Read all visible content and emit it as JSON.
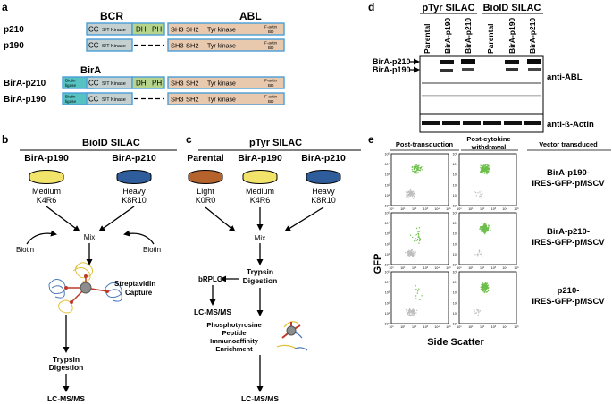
{
  "panel_a": {
    "label": "a",
    "bcr_header": "BCR",
    "abl_header": "ABL",
    "bira_header": "BirA",
    "rows": [
      {
        "name": "p210",
        "bira": false,
        "dh_ph": true
      },
      {
        "name": "p190",
        "bira": false,
        "dh_ph": false
      },
      {
        "name": "BirA-p210",
        "bira": true,
        "dh_ph": true
      },
      {
        "name": "BirA-p190",
        "bira": true,
        "dh_ph": false
      }
    ],
    "domains": {
      "biotin_ligase": "Biotin ligase",
      "cc": "CC",
      "st_kinase": "S/T Kinase",
      "dh": "DH",
      "ph": "PH",
      "sh3": "SH3",
      "sh2": "SH2",
      "tyr_kinase": "Tyr kinase",
      "factin_bd": "F-actin BD"
    },
    "colors": {
      "blue": "#4a9ed8",
      "teal": "#56c3c2",
      "gray": "#c4cfd0",
      "green": "#b6d48b",
      "tan": "#e9c9ae"
    }
  },
  "panel_b": {
    "label": "b",
    "title": "BioID SILAC",
    "col1": {
      "name": "BirA-p190",
      "label1": "Medium",
      "label2": "K4R6",
      "color": "#f2e46b"
    },
    "col2": {
      "name": "BirA-p210",
      "label1": "Heavy",
      "label2": "K8R10",
      "color": "#2f5d9c"
    },
    "biotin_left": "Biotin",
    "biotin_right": "Biotin",
    "mix": "Mix",
    "strep": "Streptavidin Capture",
    "trypsin1": "Trypsin",
    "trypsin2": "Digestion",
    "lcms": "LC-MS/MS"
  },
  "panel_c": {
    "label": "c",
    "title": "pTyr SILAC",
    "cols": [
      {
        "name": "Parental",
        "label1": "Light",
        "label2": "K0R0",
        "color": "#b5622c"
      },
      {
        "name": "BirA-p190",
        "label1": "Medium",
        "label2": "K4R6",
        "color": "#f2e46b"
      },
      {
        "name": "BirA-p210",
        "label1": "Heavy",
        "label2": "K8R10",
        "color": "#2f5d9c"
      }
    ],
    "mix": "Mix",
    "trypsin1": "Trypsin",
    "trypsin2": "Digestion",
    "brplc": "bRPLC",
    "lcms_side": "LC-MS/MS",
    "enrich1": "Phosphotyrosine",
    "enrich2": "Peptide",
    "enrich3": "Immunoaffinity",
    "enrich4": "Enrichment",
    "lcms": "LC-MS/MS"
  },
  "panel_d": {
    "label": "d",
    "group1": "pTyr SILAC",
    "group2": "BioID SILAC",
    "lanes": [
      "Parental",
      "BirA-p190",
      "BirA-p210",
      "Parental",
      "BirA-p190",
      "BirA-p210"
    ],
    "marker1": "BirA-p210",
    "marker2": "BirA-p190",
    "blot1": "anti-ABL",
    "blot2": "anti-ß-Actin"
  },
  "panel_e": {
    "label": "e",
    "col_headers": [
      "Post-transduction",
      "Post-cytokine withdrawal",
      "Vector transduced"
    ],
    "row_labels": [
      [
        "BirA-p190-",
        "IRES-GFP-pMSCV"
      ],
      [
        "BirA-p210-",
        "IRES-GFP-pMSCV"
      ],
      [
        "p210-",
        "IRES-GFP-pMSCV"
      ]
    ],
    "ylabel": "GFP",
    "xlabel": "Side Scatter",
    "tick_labels": [
      "10⁰",
      "10¹",
      "10²",
      "10³",
      "10⁴",
      "10⁵"
    ],
    "gfp_color": "#6cbf4a"
  }
}
